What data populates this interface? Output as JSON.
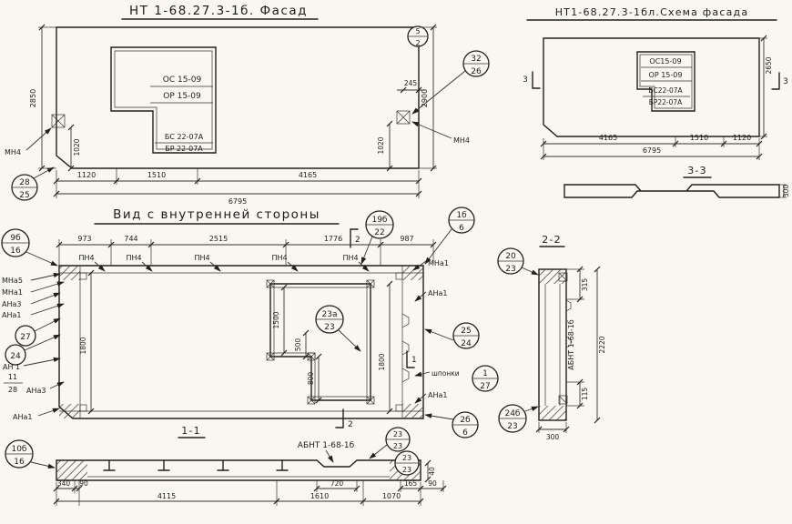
{
  "palette": {
    "paper": "#f8f7f2",
    "ink": "#1e1c19"
  },
  "facade": {
    "title": "НТ 1-68.27.3-1б. Фасад",
    "window": {
      "line1": "ОС 15-09",
      "line2": "ОР 15-09",
      "line3": "БС 22-07А",
      "line4": "БР 22-07А"
    },
    "anchor_left": "МН4",
    "anchor_right": "МН4",
    "dims": {
      "height_left": "2850",
      "height_right": "2900",
      "d245": "245",
      "d1020_left": "1020",
      "d1020_right": "1020",
      "bottom": [
        "1120",
        "1510",
        "4165"
      ],
      "total": "6795"
    },
    "callouts": {
      "anchor": {
        "num": "32",
        "sheet": "26"
      },
      "corner": {
        "num": "28",
        "sheet": "25"
      },
      "top": {
        "num": "5",
        "sheet": "2"
      }
    }
  },
  "schema": {
    "title": "НТ1-68.27.3-1бл.Схема фасада",
    "window": {
      "line1": "ОС15-09",
      "line2": "ОР 15-09",
      "line3": "БС22-07А",
      "line4": "БР22-07А"
    },
    "marker": "3",
    "dims": {
      "height": "2650",
      "bottom": [
        "4165",
        "1510",
        "1120"
      ],
      "total": "6795",
      "thickness": "300"
    },
    "section_label": "3-3"
  },
  "inner": {
    "title": "Вид с внутренней стороны",
    "top_dims": [
      "973",
      "744",
      "2515",
      "1776",
      "987"
    ],
    "pn4": "ПН4",
    "labels": {
      "mna5": "МНа5",
      "mna1_l": "МНа1",
      "ana3_a": "АНа3",
      "ana1_a": "АНа1",
      "an1": "АН 1",
      "ana3_b": "АНа3",
      "ana1_b": "АНа1",
      "mna1_r": "МНа1",
      "ana1_r1": "АНа1",
      "ana1_r2": "АНа1",
      "shponki": "шпонки"
    },
    "fraction": {
      "num": "11",
      "den": "28"
    },
    "callouts": {
      "c9": {
        "num": "9б",
        "sheet": "16"
      },
      "c19": {
        "num": "19б",
        "sheet": "22"
      },
      "c1b": {
        "num": "1б",
        "sheet": "6"
      },
      "c23a": {
        "num": "23а",
        "sheet": "23"
      },
      "c25": {
        "num": "25",
        "sheet": "24"
      },
      "c27": "27",
      "c24": "24",
      "c1": {
        "num": "1",
        "sheet": "27"
      },
      "c2b": {
        "num": "2б",
        "sheet": "6"
      }
    },
    "dims": {
      "h_left": "1800",
      "h_right": "1800",
      "w1500": "1500",
      "w500": "500",
      "w800": "800"
    },
    "marker2": "2",
    "marker1": "1",
    "section_label": "1-1"
  },
  "sec11": {
    "label_abnt": "АБНТ 1-68-1б",
    "callouts": {
      "c10": {
        "num": "10б",
        "sheet": "16"
      },
      "c23a": {
        "num": "23",
        "sheet": "23"
      },
      "c23b": {
        "num": "23",
        "sheet": "23"
      }
    },
    "dims": {
      "d340": "340",
      "d90l": "90",
      "bottom": [
        "4115",
        "1610",
        "1070"
      ],
      "d720": "720",
      "d165": "165",
      "d90r": "90",
      "d40": "40"
    }
  },
  "sec22": {
    "title": "2-2",
    "label_abnt": "АБНТ 1-68-1б",
    "callouts": {
      "c20": {
        "num": "20",
        "sheet": "23"
      },
      "c24b": {
        "num": "24б",
        "sheet": "23"
      }
    },
    "dims": {
      "d315": "315",
      "d2220": "2220",
      "d115": "115",
      "d300": "300"
    }
  }
}
